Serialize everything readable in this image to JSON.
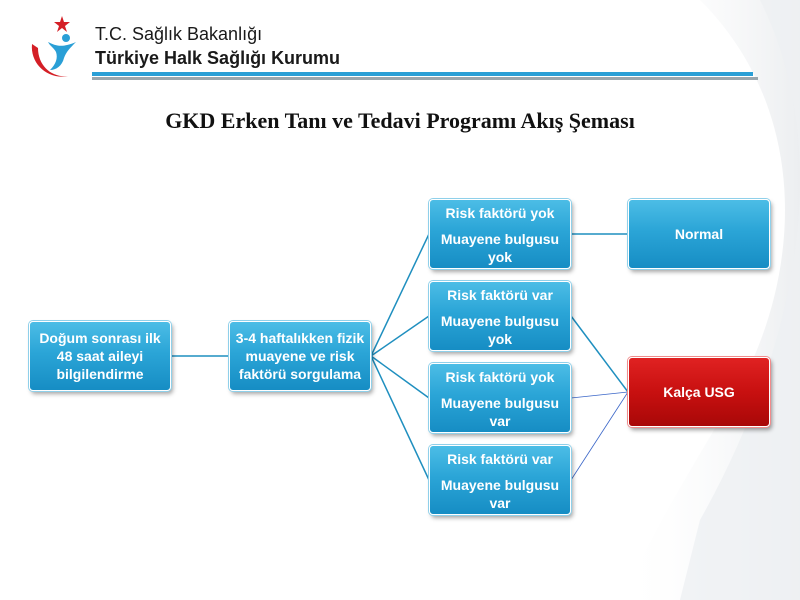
{
  "header": {
    "ministry": "T.C. Sağlık Bakanlığı",
    "institution": "Türkiye Halk Sağlığı Kurumu"
  },
  "title": "GKD Erken Tanı ve Tedavi Programı Akış Şeması",
  "flow": {
    "start": "Doğum sonrası ilk 48 saat aileyi bilgilendirme",
    "exam": "3-4 haftalıkken fizik muayene ve risk faktörü sorgulama",
    "branches": [
      {
        "risk": "Risk faktörü yok",
        "finding": "Muayene bulgusu yok"
      },
      {
        "risk": "Risk faktörü var",
        "finding": "Muayene bulgusu yok"
      },
      {
        "risk": "Risk faktörü yok",
        "finding": "Muayene bulgusu var"
      },
      {
        "risk": "Risk faktörü var",
        "finding": "Muayene bulgusu var"
      }
    ],
    "outcomes": {
      "normal": "Normal",
      "usg": "Kalça USG"
    }
  },
  "colors": {
    "box_blue": "#2ba5d7",
    "box_red": "#c81010",
    "connector": "#1f8fbf",
    "header_bar": "#2a9fd6",
    "logo_red": "#d41f26",
    "logo_blue": "#2a9fd6"
  }
}
